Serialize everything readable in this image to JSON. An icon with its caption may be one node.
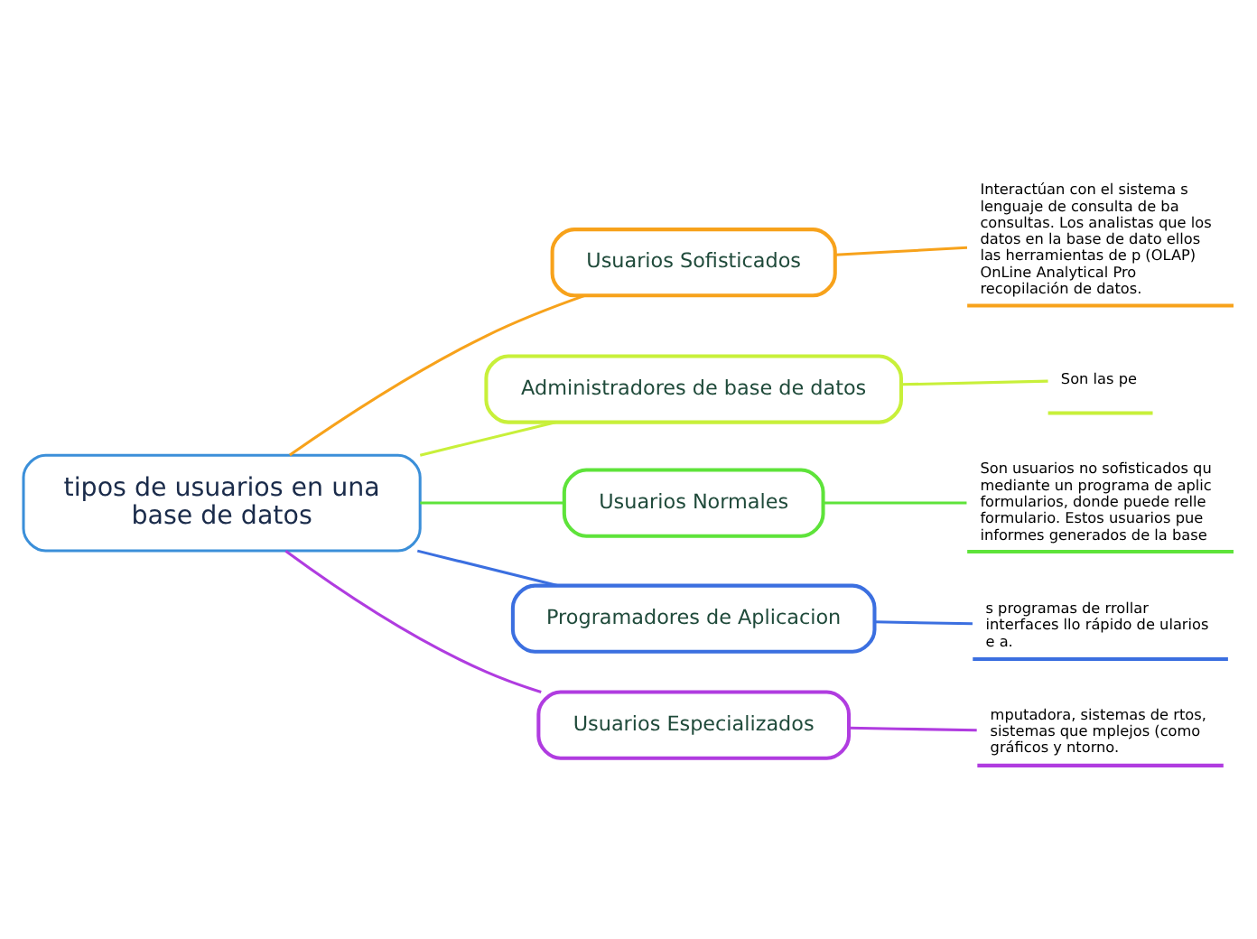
{
  "diagram": {
    "nodes": [
      {
        "text": [
          "tipos de usuarios en una base de datos"
        ]
      },
      {
        "text": [
          "Usuarios Sofisticados"
        ]
      },
      {
        "text": [
          "Interactúan con el sistema s lenguaje de consulta de ba consultas. Los analistas que los datos en la base de dato ellos las herramientas de p (OLAP) OnLine Analytical Pro recopilación de datos."
        ]
      },
      {
        "text": [
          "Administradores de base de datos"
        ]
      },
      {
        "text": [
          "Son las pe"
        ]
      },
      {
        "text": [
          "Usuarios Normales"
        ]
      },
      {
        "text": [
          "Son usuarios no sofisticados qu mediante un programa de aplic formularios, donde puede relle formulario. Estos usuarios pue informes generados de la base"
        ]
      },
      {
        "text": [
          "Programadores de Aplicacion"
        ]
      },
      {
        "text": [
          "s programas de rrollar interfaces llo rápido de ularios e a."
        ]
      },
      {
        "text": [
          "Usuarios Especializados"
        ]
      },
      {
        "text": [
          "mputadora, sistemas de rtos, sistemas que mplejos (como gráficos y ntorno."
        ]
      }
    ],
    "edges": [
      {
        "from": 0,
        "to": 1,
        "arrow": "none",
        "color": "#f7a21b"
      },
      {
        "from": 1,
        "to": 2,
        "arrow": "none",
        "color": "#f7a21b"
      },
      {
        "from": 0,
        "to": 3,
        "arrow": "none",
        "color": "#c8f03a"
      },
      {
        "from": 3,
        "to": 4,
        "arrow": "none",
        "color": "#c8f03a"
      },
      {
        "from": 0,
        "to": 5,
        "arrow": "none",
        "color": "#5ee33a"
      },
      {
        "from": 5,
        "to": 6,
        "arrow": "none",
        "color": "#5ee33a"
      },
      {
        "from": 0,
        "to": 7,
        "arrow": "none",
        "color": "#3b6fe0"
      },
      {
        "from": 7,
        "to": 8,
        "arrow": "none",
        "color": "#3b6fe0"
      },
      {
        "from": 0,
        "to": 9,
        "arrow": "none",
        "color": "#b03ce0"
      },
      {
        "from": 9,
        "to": 10,
        "arrow": "none",
        "color": "#b03ce0"
      }
    ]
  }
}
